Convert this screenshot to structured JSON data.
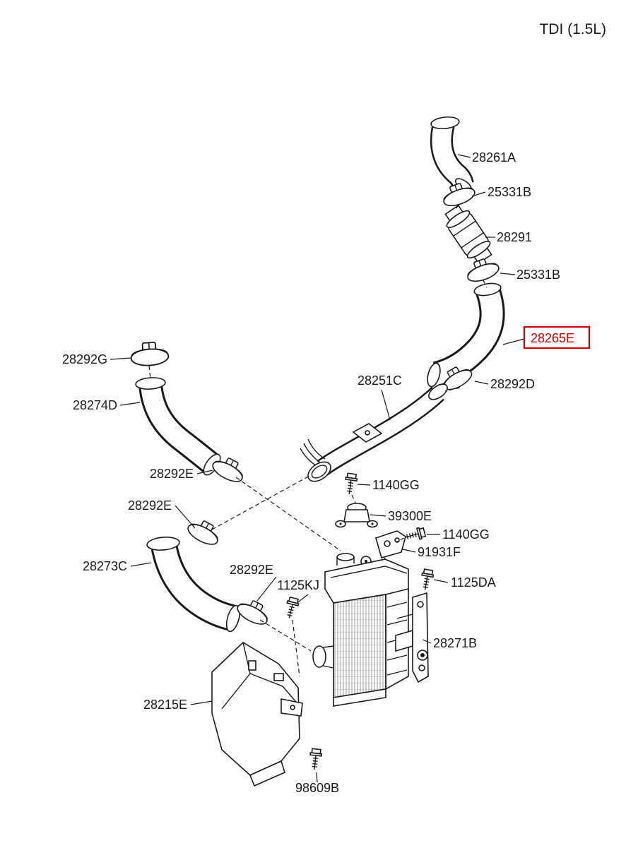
{
  "title": "TDI (1.5L)",
  "highlight": {
    "color": "#cc0000",
    "part": "28265E"
  },
  "labels": [
    {
      "text": "28261A"
    },
    {
      "text": "25331B"
    },
    {
      "text": "28291"
    },
    {
      "text": "25331B"
    },
    {
      "text": "28265E"
    },
    {
      "text": "28292D"
    },
    {
      "text": "28292G"
    },
    {
      "text": "28274D"
    },
    {
      "text": "28251C"
    },
    {
      "text": "28292E"
    },
    {
      "text": "28292E"
    },
    {
      "text": "1140GG"
    },
    {
      "text": "39300E"
    },
    {
      "text": "1140GG"
    },
    {
      "text": "91931F"
    },
    {
      "text": "28273C"
    },
    {
      "text": "28292E"
    },
    {
      "text": "1125KJ"
    },
    {
      "text": "1125DA"
    },
    {
      "text": "28271B"
    },
    {
      "text": "28215E"
    },
    {
      "text": "98609B"
    }
  ]
}
